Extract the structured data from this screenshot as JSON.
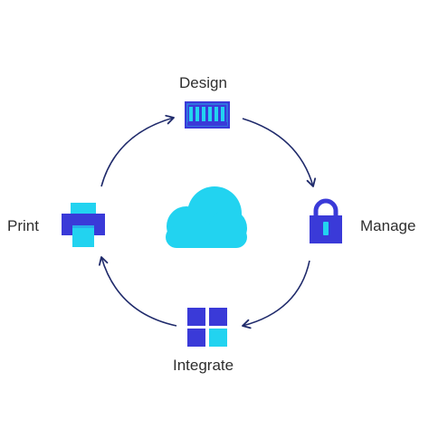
{
  "nodes": {
    "design": {
      "label": "Design",
      "icon": "barcode-icon"
    },
    "manage": {
      "label": "Manage",
      "icon": "lock-icon"
    },
    "integrate": {
      "label": "Integrate",
      "icon": "grid-icon"
    },
    "print": {
      "label": "Print",
      "icon": "printer-icon"
    }
  },
  "center": {
    "icon": "cloud-icon"
  },
  "colors": {
    "primary": "#3a3ad8",
    "accent": "#22d3f0",
    "arrow": "#1f2a6b",
    "text": "#2e2e2e"
  }
}
